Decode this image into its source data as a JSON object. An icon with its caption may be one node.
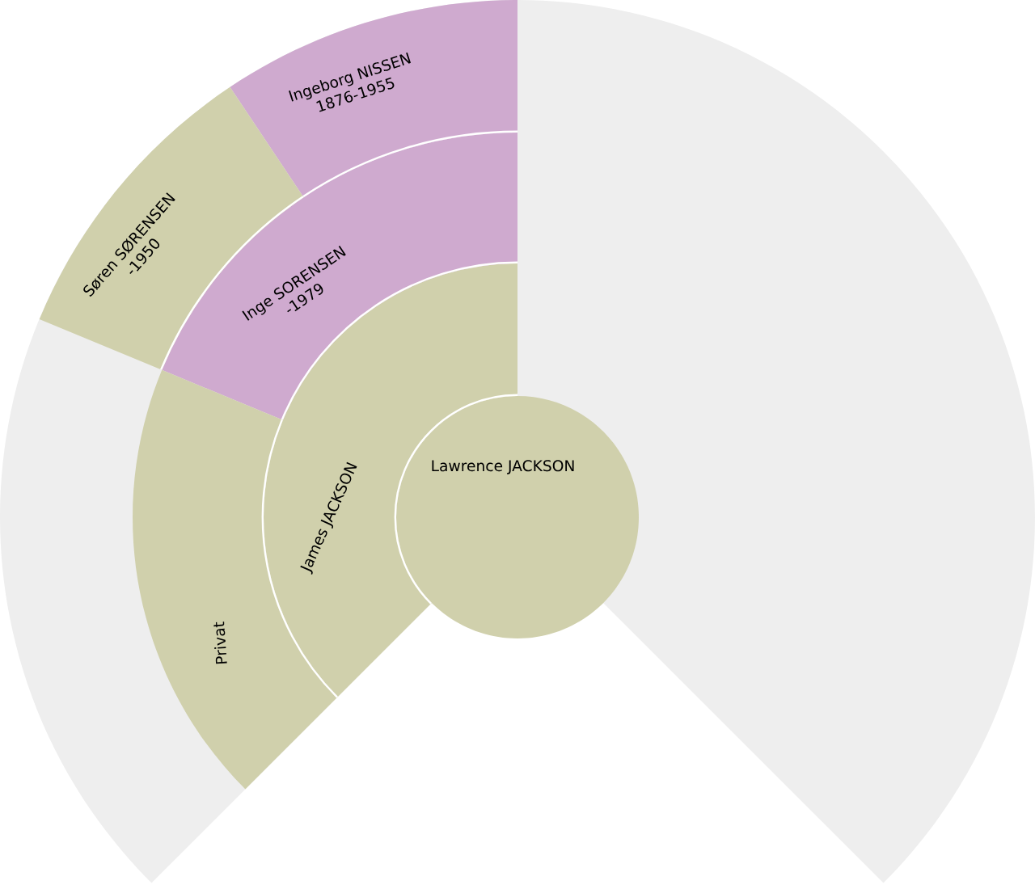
{
  "diagram": {
    "nodes": [
      {
        "text": [
          "Lawrence JACKSON"
        ]
      },
      {
        "text": [
          "James JACKSON"
        ]
      },
      {
        "text": [
          "Inge SORENSEN",
          "-1979"
        ]
      },
      {
        "text": [
          "Privat"
        ]
      },
      {
        "text": [
          "Ingeborg NISSEN",
          "1876-1955"
        ]
      },
      {
        "text": [
          "Søren SØRENSEN",
          "-1950"
        ]
      }
    ]
  }
}
